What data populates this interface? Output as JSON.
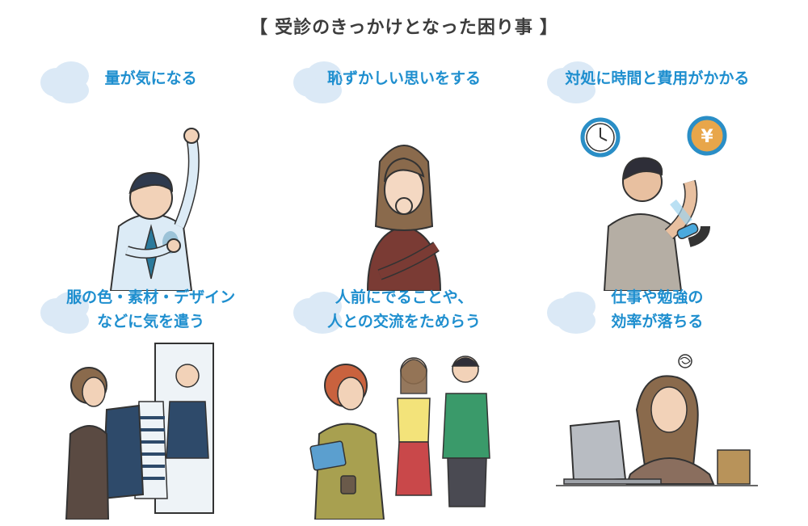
{
  "title": {
    "bracket_open": "【",
    "text": "受診のきっかけとなった困り事",
    "bracket_close": "】"
  },
  "items": [
    {
      "line1": "量が気になる",
      "line2": ""
    },
    {
      "line1": "恥ずかしい思いをする",
      "line2": ""
    },
    {
      "line1": "対処に時間と費用がかかる",
      "line2": ""
    },
    {
      "line1": "服の色・素材・デザイン",
      "line2": "などに気を遣う"
    },
    {
      "line1": "人前にでることや、",
      "line2": "人との交流をためらう"
    },
    {
      "line1": "仕事や勉強の",
      "line2": "効率が落ちる"
    }
  ],
  "icons": {
    "currency_symbol": "¥"
  },
  "colors": {
    "caption": "#1f8fcf",
    "cloud": "#dbe9f6",
    "title": "#3c3c3c"
  }
}
